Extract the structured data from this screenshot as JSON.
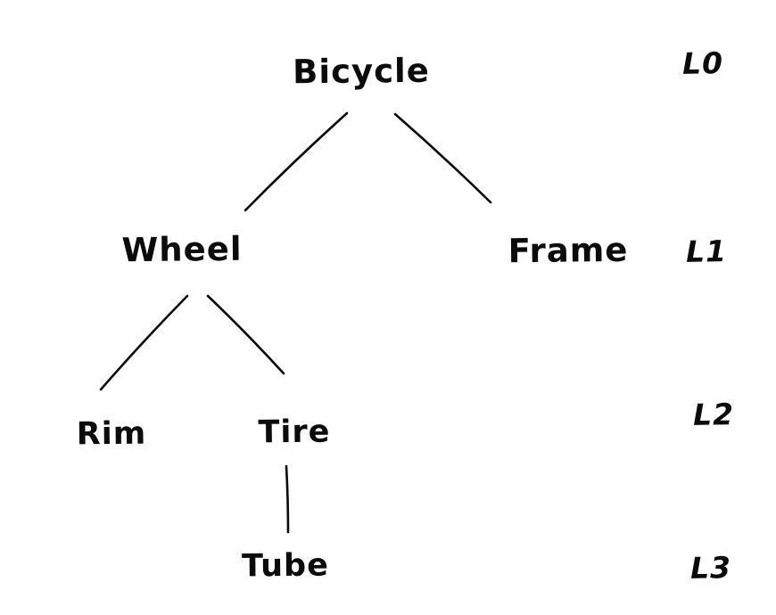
{
  "diagram": {
    "type": "tree",
    "description": "Hand-drawn component hierarchy of a bicycle with depth level markers",
    "colors": {
      "ink": "#0b0b0b",
      "background": "#ffffff"
    },
    "nodes": [
      {
        "id": "bicycle",
        "label": "Bicycle",
        "level": 0,
        "parent": null
      },
      {
        "id": "wheel",
        "label": "Wheel",
        "level": 1,
        "parent": "bicycle"
      },
      {
        "id": "frame",
        "label": "Frame",
        "level": 1,
        "parent": "bicycle"
      },
      {
        "id": "rim",
        "label": "Rim",
        "level": 2,
        "parent": "wheel"
      },
      {
        "id": "tire",
        "label": "Tire",
        "level": 2,
        "parent": "wheel"
      },
      {
        "id": "tube",
        "label": "Tube",
        "level": 3,
        "parent": "tire"
      }
    ],
    "edges": [
      {
        "from": "bicycle",
        "to": "wheel"
      },
      {
        "from": "bicycle",
        "to": "frame"
      },
      {
        "from": "wheel",
        "to": "rim"
      },
      {
        "from": "wheel",
        "to": "tire"
      },
      {
        "from": "tire",
        "to": "tube"
      }
    ],
    "level_labels": [
      {
        "label": "L0"
      },
      {
        "label": "L1"
      },
      {
        "label": "L2"
      },
      {
        "label": "L3"
      }
    ]
  }
}
